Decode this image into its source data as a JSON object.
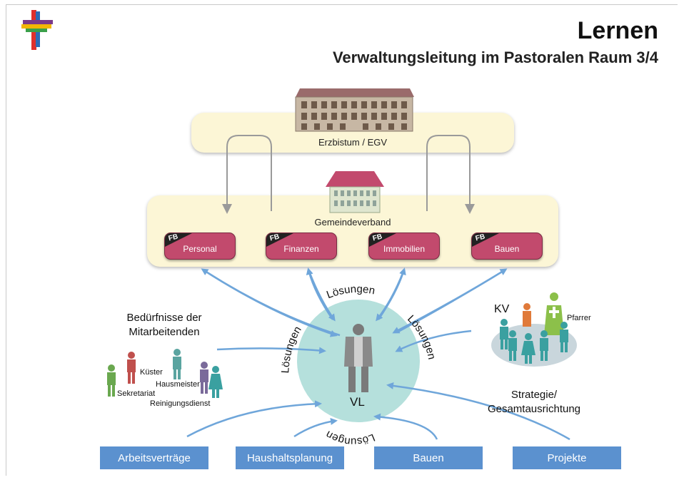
{
  "header": {
    "title": "Lernen",
    "subtitle": "Verwaltungsleitung im Pastoralen Raum 3/4"
  },
  "top_panel": {
    "label": "Erzbistum / EGV"
  },
  "mid_panel": {
    "label": "Gemeindeverband",
    "fb_tag": "FB",
    "departments": [
      "Personal",
      "Finanzen",
      "Immobilien",
      "Bauen"
    ]
  },
  "center": {
    "label": "VL",
    "solution_label": "Lösungen"
  },
  "left_group": {
    "heading_line1": "Bedürfnisse der",
    "heading_line2": "Mitarbeitenden",
    "roles": [
      "Küster",
      "Hausmeister",
      "Sekretariat",
      "Reinigungsdienst"
    ]
  },
  "right_group": {
    "kv_label": "KV",
    "pfarrer_label": "Pfarrer",
    "caption_line1": "Strategie/",
    "caption_line2": "Gesamtausrichtung"
  },
  "bottom_buttons": [
    "Arbeitsverträge",
    "Haushaltsplanung",
    "Bauen",
    "Projekte"
  ],
  "colors": {
    "panel": "#fcf6d6",
    "department": "#c24a6d",
    "arrow": "#6fa6da",
    "circle": "#b5e0dc",
    "button": "#5b91cf"
  }
}
